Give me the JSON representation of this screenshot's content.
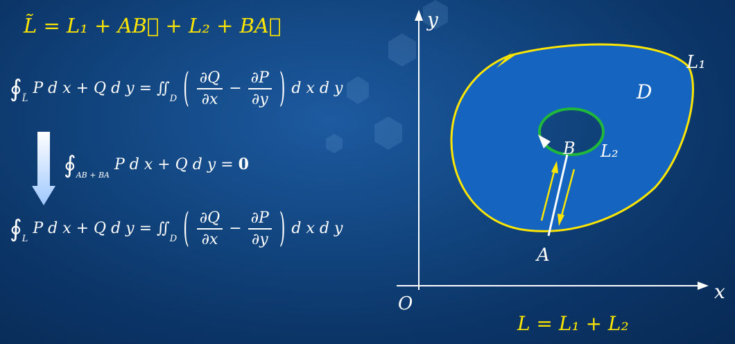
{
  "equations": {
    "tilde_l": "L̃ = L₁ + AB⃗ + L₂ + BA⃗",
    "green_tilde": {
      "lhs_sub": "L̃",
      "lhs": "P d x + Q d y = ∬",
      "int_sub": "D",
      "num1": "∂Q",
      "den1": "∂x",
      "minus": "−",
      "num2": "∂P",
      "den2": "∂y",
      "tail": "d x d y"
    },
    "cut_integral": {
      "sub": "AB + BA",
      "body": "P d x + Q d y = ",
      "zero": "0"
    },
    "green_l": {
      "lhs_sub": "L",
      "lhs": "P d x + Q d y = ∬",
      "int_sub": "D",
      "num1": "∂Q",
      "den1": "∂x",
      "minus": "−",
      "num2": "∂P",
      "den2": "∂y",
      "tail": "d x d y"
    },
    "l_sum": "L = L₁ + L₂"
  },
  "diagram": {
    "labels": {
      "y_axis": "y",
      "x_axis": "x",
      "origin": "O",
      "outer_curve": "L₁",
      "inner_curve": "L₂",
      "region": "D",
      "point_a": "A",
      "point_b": "B"
    },
    "colors": {
      "outer_curve": "#ffe600",
      "inner_curve": "#1fb83a",
      "region_fill": "#1565c0",
      "cut_line": "#ffffff",
      "arrows": "#ffe600"
    }
  },
  "icons": {
    "down_arrow": "down-arrow-icon"
  }
}
